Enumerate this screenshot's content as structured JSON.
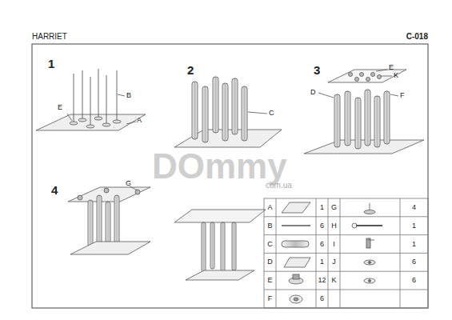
{
  "diagram": {
    "title": "HARRIET",
    "labels": [
      "C-018",
      "1",
      "B",
      "E",
      "A",
      "2",
      "C",
      "3",
      "E",
      "K",
      "D",
      "F",
      "4",
      "G",
      "A",
      "1",
      "G",
      "4",
      "B",
      "6",
      "H",
      "1",
      "C",
      "6",
      "I",
      "1",
      "D",
      "1",
      "J",
      "6",
      "E",
      "12",
      "K",
      "6",
      "F",
      "6",
      "DOmmy",
      "com.ua"
    ]
  }
}
